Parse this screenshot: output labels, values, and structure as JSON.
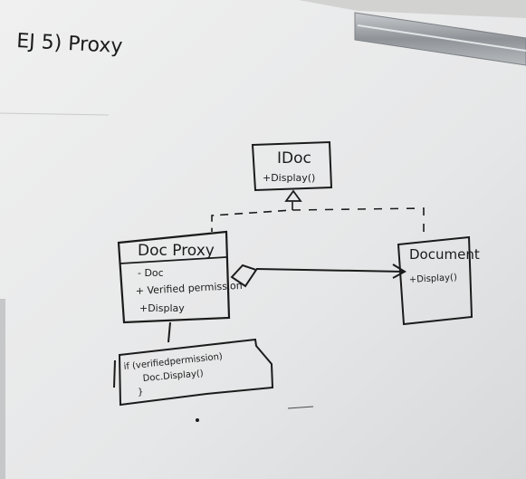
{
  "title": "EJ 5) Proxy",
  "interface": {
    "name": "IDoc",
    "members": [
      "+Display()"
    ]
  },
  "proxy": {
    "name": "Doc Proxy",
    "members": [
      "- Doc",
      "+ Verified permission",
      "+Display"
    ]
  },
  "real": {
    "name": "Document",
    "members": [
      "+Display()"
    ]
  },
  "note": {
    "lines": [
      "if (verifiedpermission)",
      "Doc.Display()",
      "}"
    ]
  },
  "colors": {
    "ink": "#1b1b1b",
    "board": "#ececec",
    "tray": "#9ea2a6"
  }
}
